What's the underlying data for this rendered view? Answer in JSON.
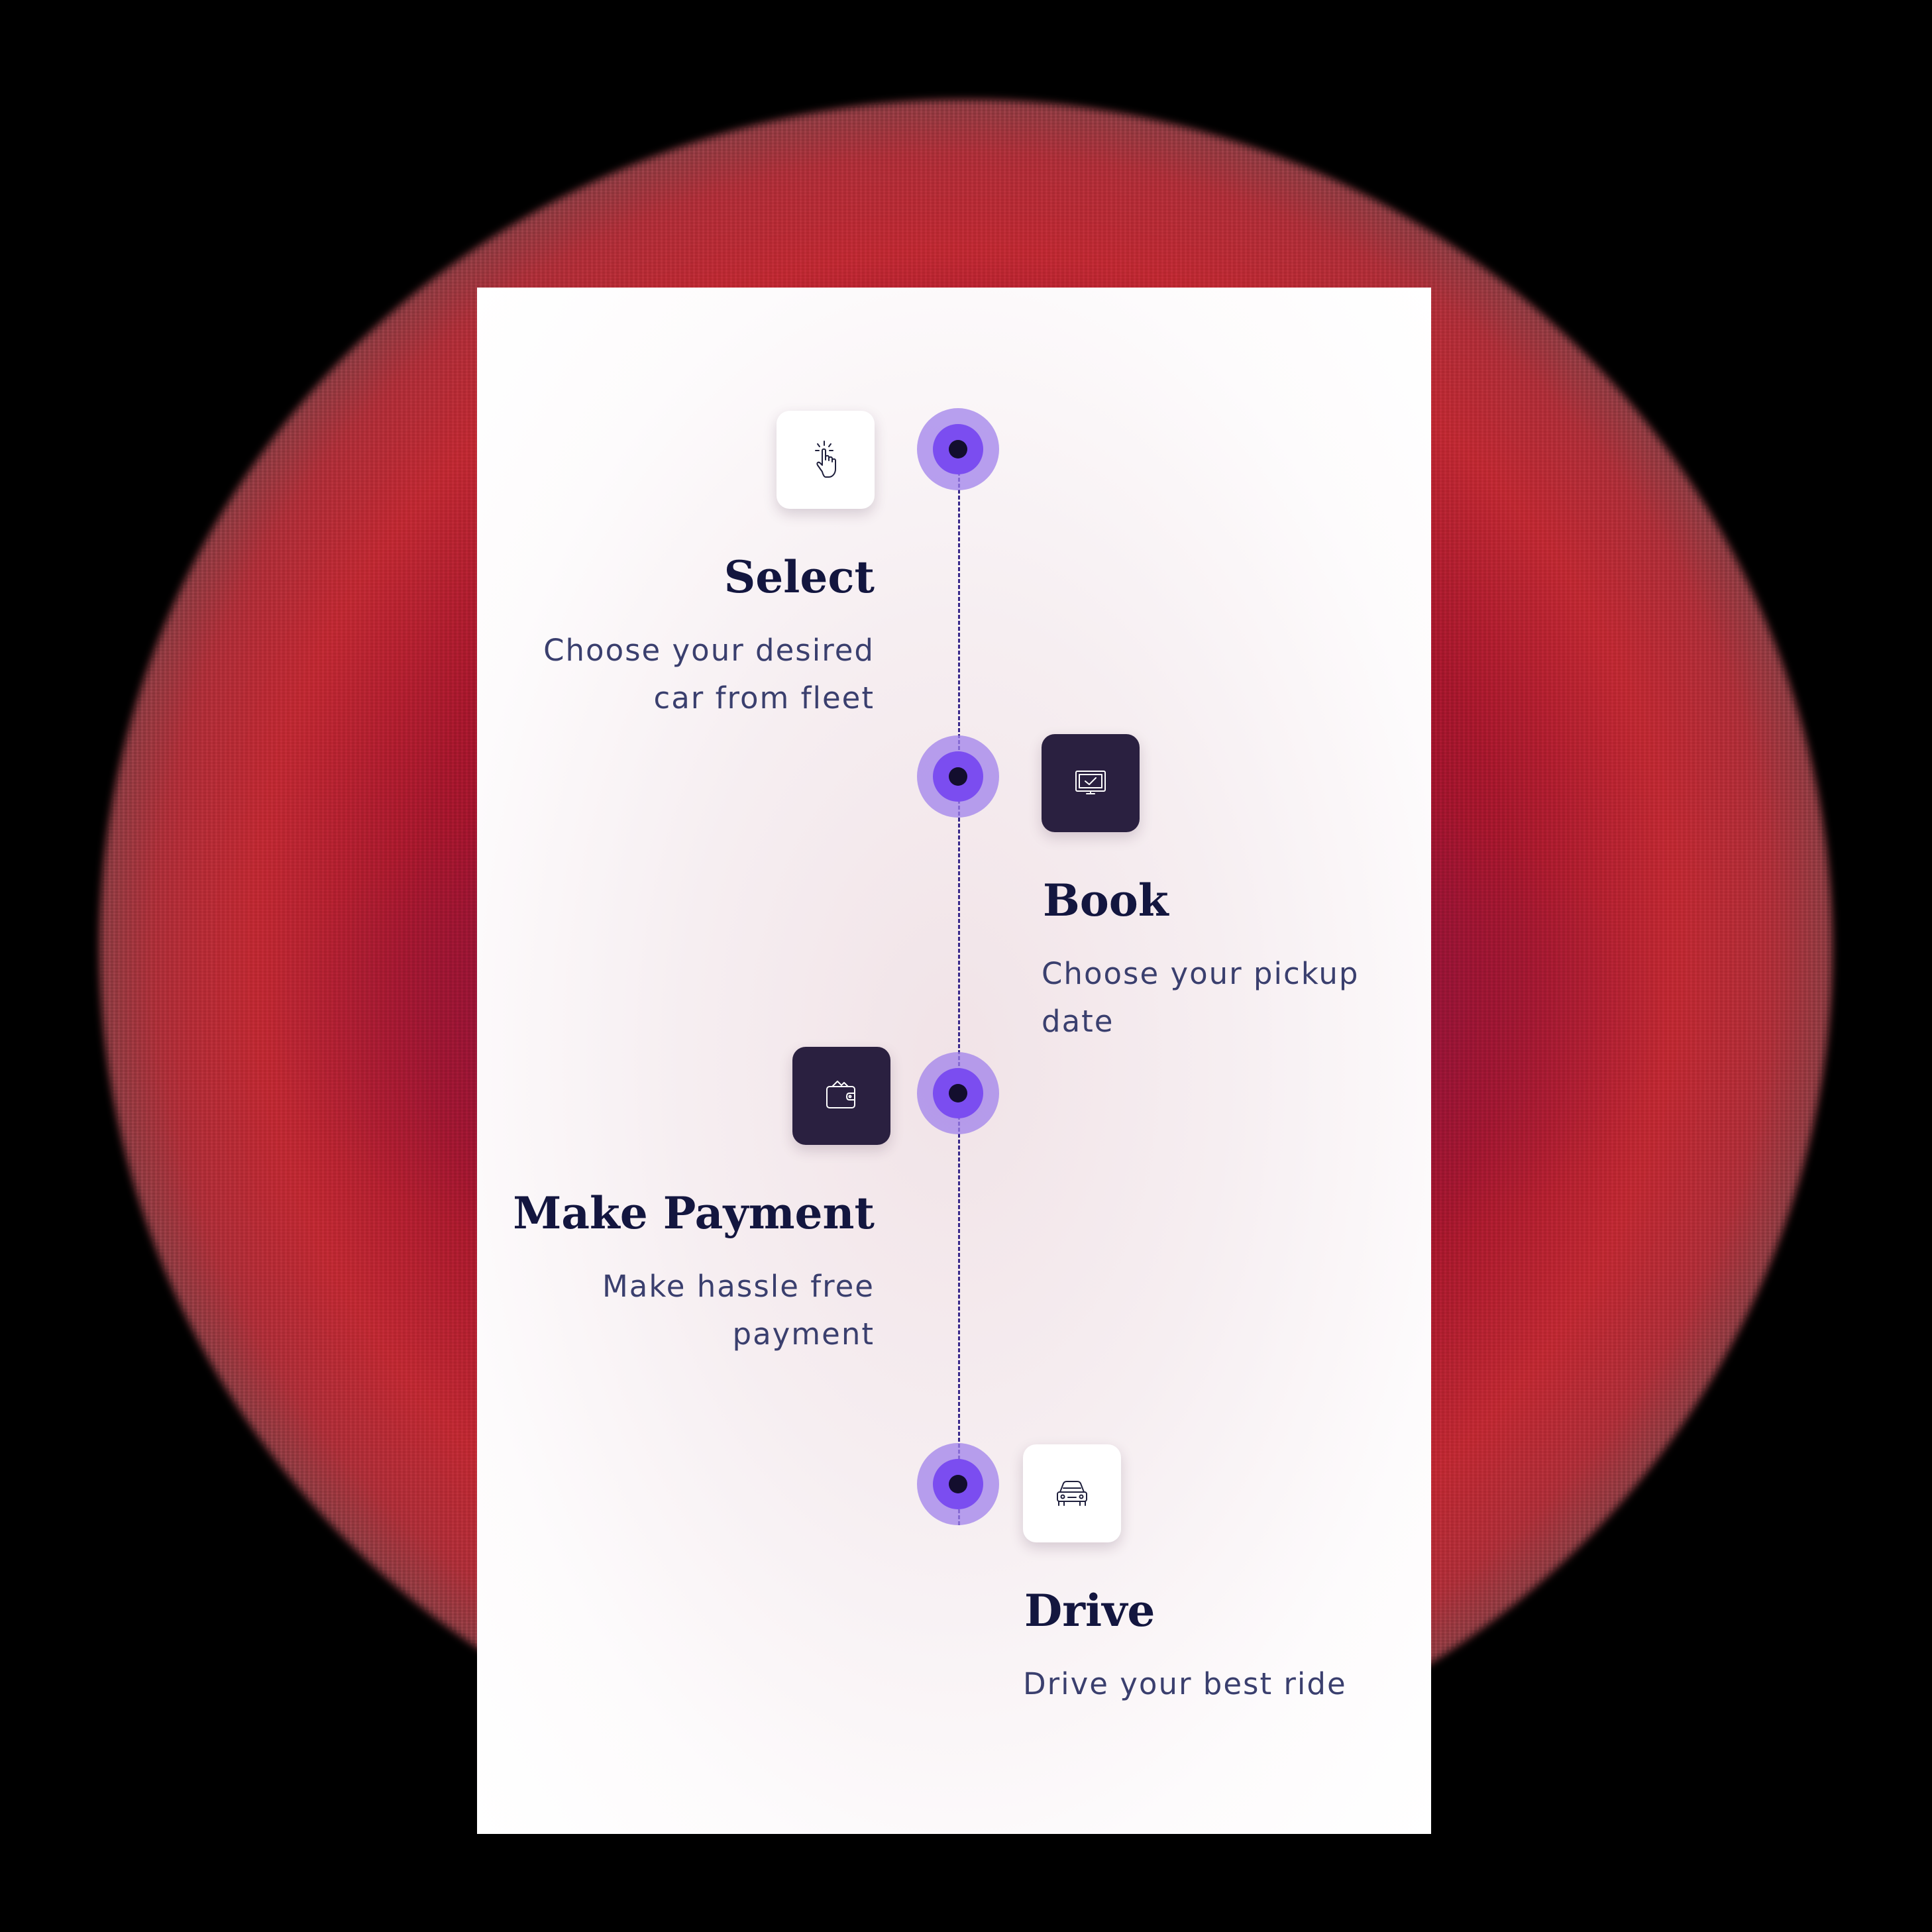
{
  "colors": {
    "title": "#13163f",
    "description": "#3a3f6e",
    "node_outer": "#a082eb",
    "node_mid": "#7b4df0",
    "node_dot": "#130e2e",
    "icon_dark_bg": "#2a2040",
    "icon_light_bg": "#ffffff",
    "timeline": "#3a2a8c"
  },
  "steps": [
    {
      "title": "Select",
      "description_line1": "Choose your desired",
      "description_line2": "car from fleet",
      "icon": "pointer-hand-icon",
      "icon_style": "light"
    },
    {
      "title": "Book",
      "description_line1": "Choose your pickup",
      "description_line2": "date",
      "icon": "laptop-check-icon",
      "icon_style": "dark"
    },
    {
      "title": "Make Payment",
      "description_line1": "Make hassle free",
      "description_line2": "payment",
      "icon": "wallet-icon",
      "icon_style": "dark"
    },
    {
      "title": "Drive",
      "description_line1": "Drive your best ride",
      "description_line2": "",
      "icon": "car-icon",
      "icon_style": "light"
    }
  ]
}
